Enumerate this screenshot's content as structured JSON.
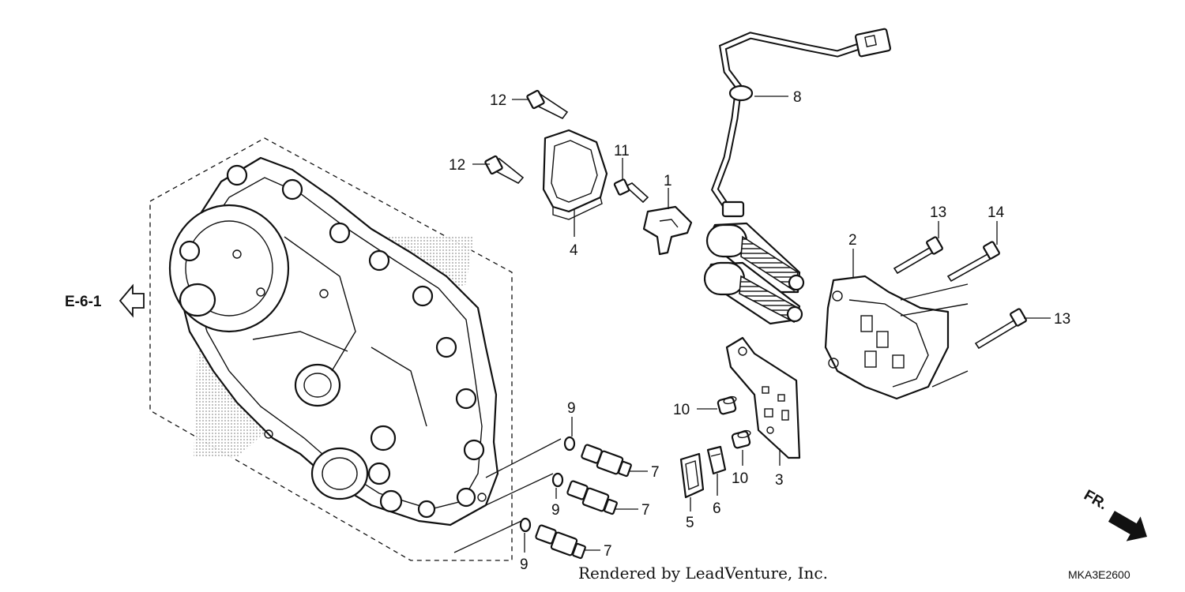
{
  "callouts": {
    "c1": "1",
    "c2": "2",
    "c3": "3",
    "c4": "4",
    "c5": "5",
    "c6": "6",
    "c7a": "7",
    "c7b": "7",
    "c7c": "7",
    "c8": "8",
    "c9a": "9",
    "c9b": "9",
    "c9c": "9",
    "c10a": "10",
    "c10b": "10",
    "c11": "11",
    "c12a": "12",
    "c12b": "12",
    "c13a": "13",
    "c13b": "13",
    "c14": "14"
  },
  "reference": {
    "label": "E-6-1"
  },
  "direction": {
    "label": "FR."
  },
  "footer": {
    "credit": "Rendered by LeadVenture, Inc.",
    "code": "MKA3E2600"
  }
}
